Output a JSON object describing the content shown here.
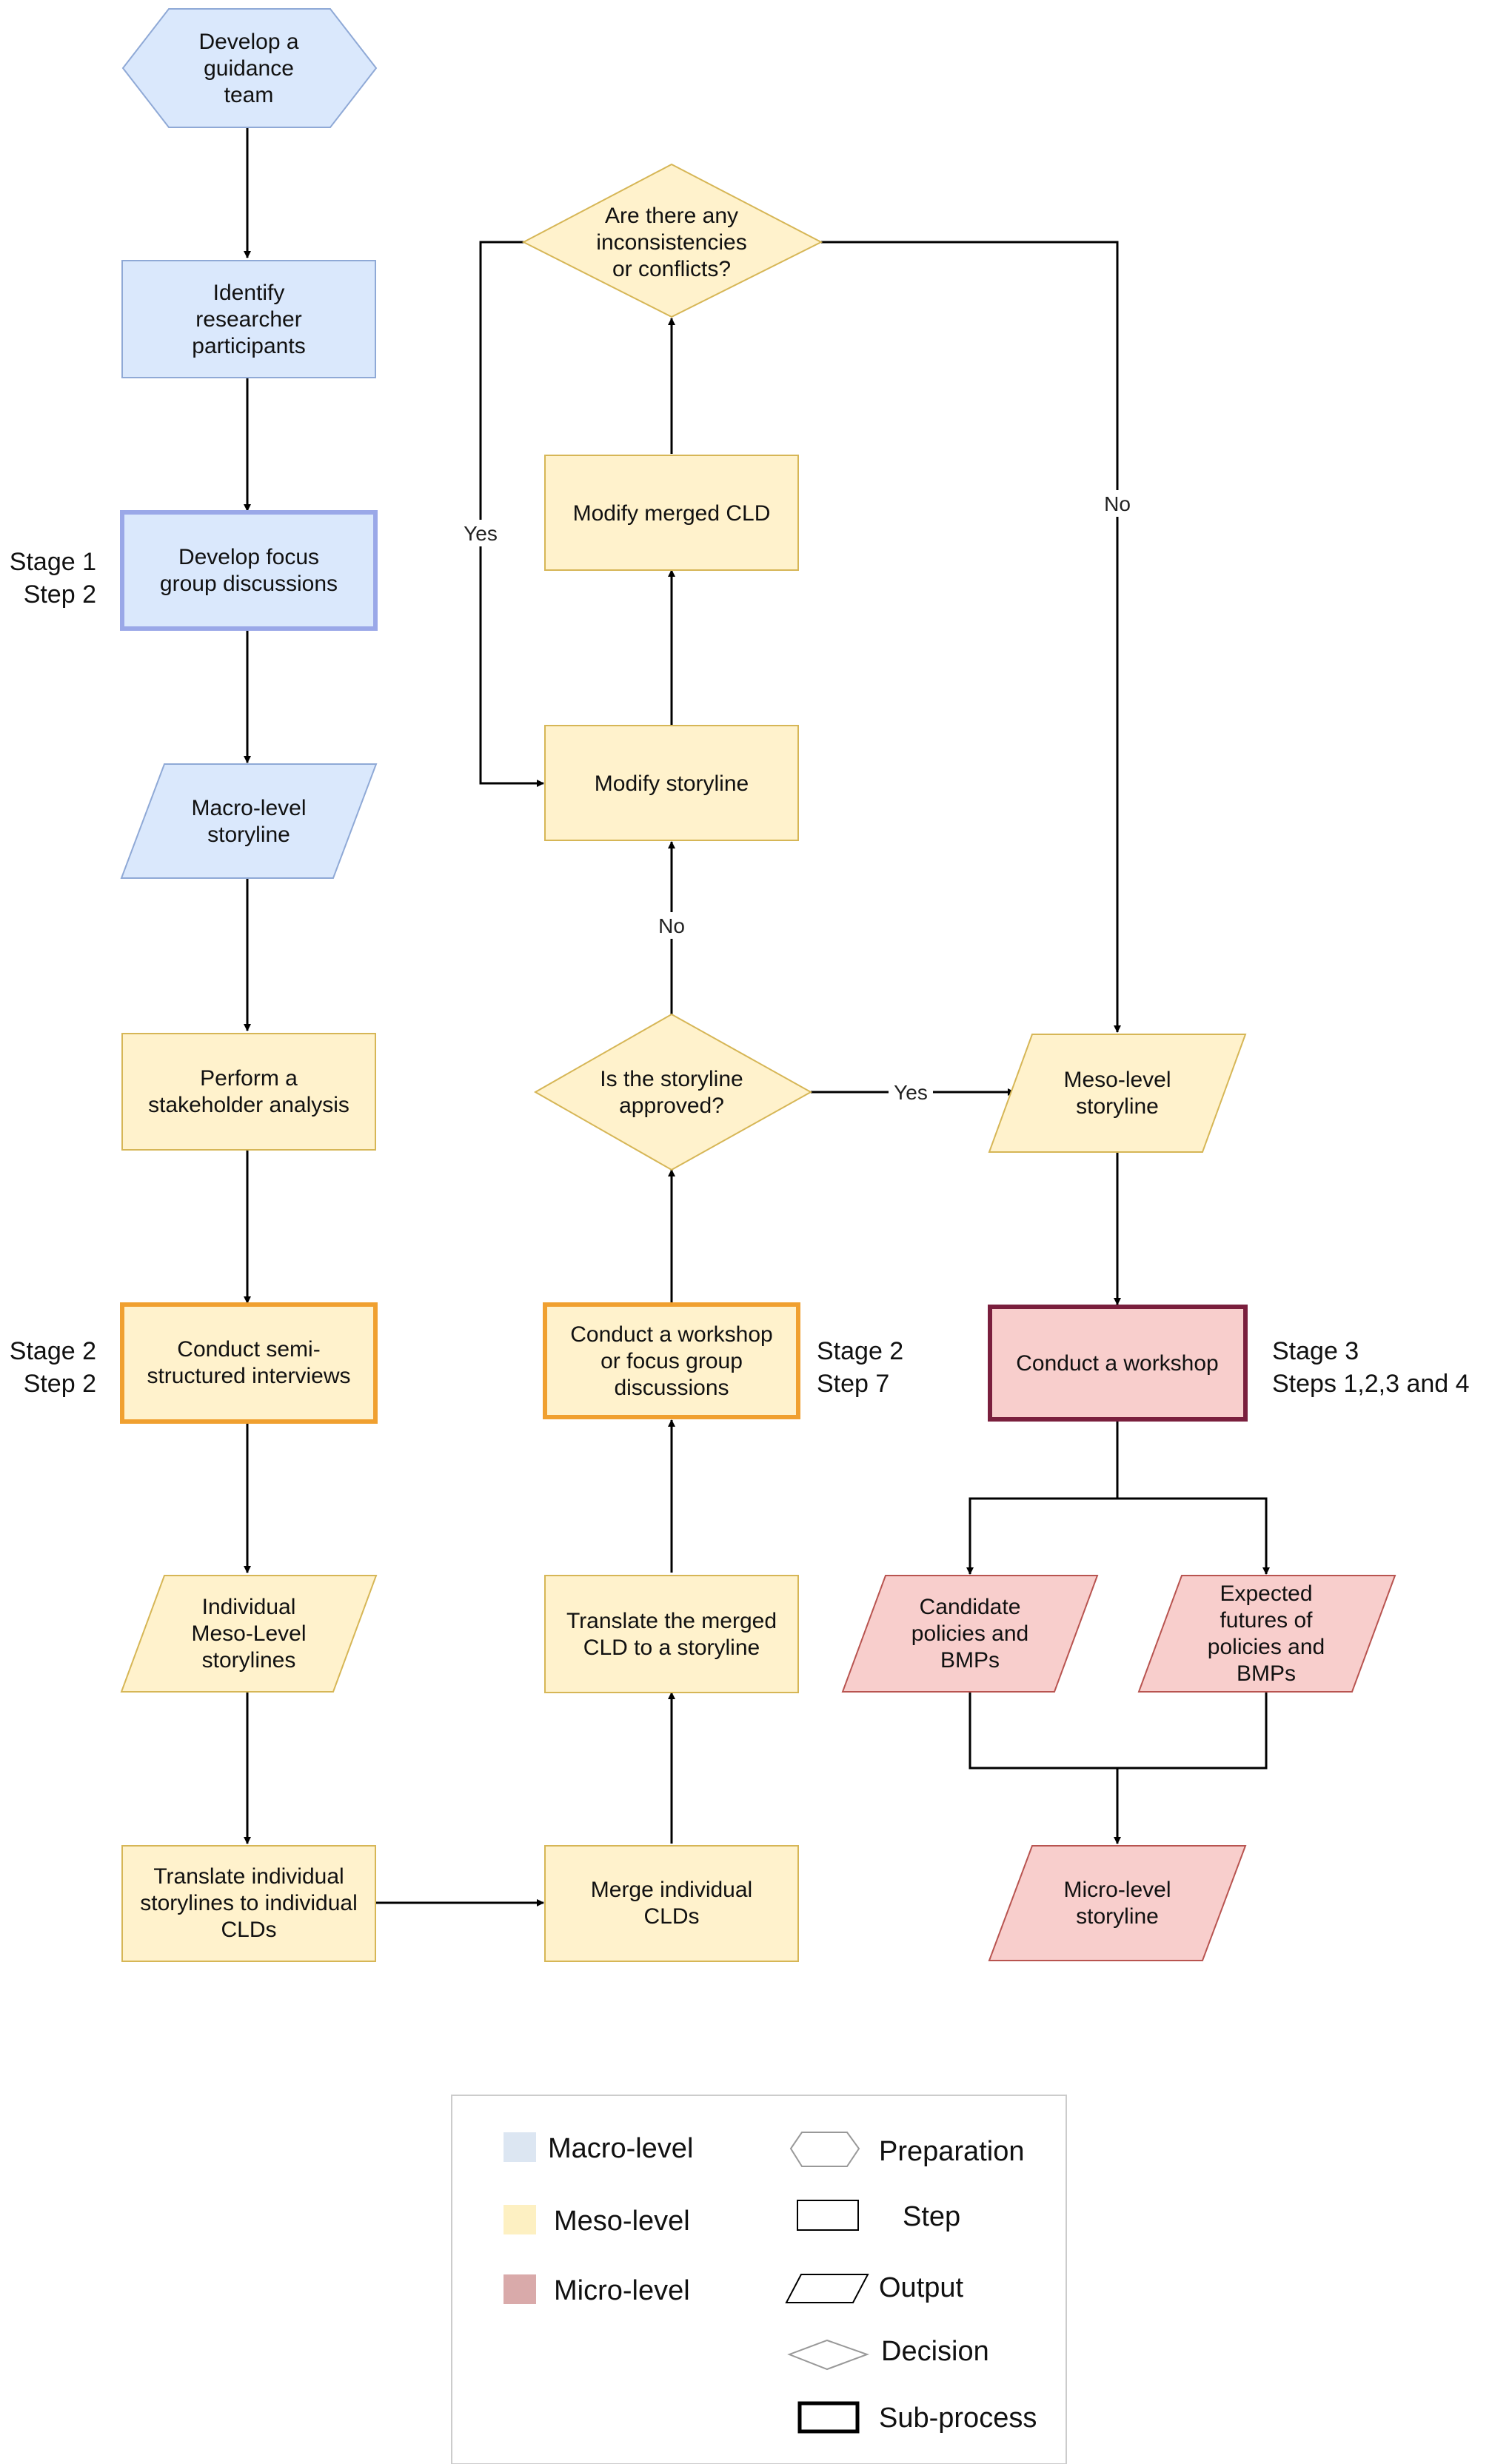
{
  "colors": {
    "macro_fill": "#dae8fc",
    "macro_stroke": "#8fa9d6",
    "macro_emph_stroke": "#9aa8e8",
    "meso_fill": "#fff2cc",
    "meso_stroke": "#d6b656",
    "meso_emph_stroke": "#f0a030",
    "micro_fill": "#f8cecc",
    "micro_stroke": "#b85450",
    "micro_emph_stroke": "#7a1f3d",
    "edge": "#000000",
    "legend_macro": "#dce6f2",
    "legend_meso": "#fdf0c2",
    "legend_micro": "#d9aaaa"
  },
  "nodes": {
    "develop_team": [
      "Develop a",
      "guidance",
      "team"
    ],
    "identify_participants": [
      "Identify",
      "researcher",
      "participants"
    ],
    "develop_focus": [
      "Develop focus",
      "group discussions"
    ],
    "macro_storyline": [
      "Macro-level",
      "storyline"
    ],
    "stakeholder_analysis": [
      "Perform a",
      "stakeholder analysis"
    ],
    "semi_structured": [
      "Conduct semi-",
      "structured interviews"
    ],
    "individual_meso": [
      "Individual",
      "Meso-Level",
      "storylines"
    ],
    "translate_individual": [
      "Translate individual",
      "storylines to individual",
      "CLDs"
    ],
    "merge_clds": [
      "Merge individual",
      "CLDs"
    ],
    "translate_merged": [
      "Translate the merged",
      "CLD to a storyline"
    ],
    "conduct_workshop_focus": [
      "Conduct  a workshop",
      "or focus group",
      "discussions"
    ],
    "storyline_approved": [
      "Is the storyline",
      "approved?"
    ],
    "modify_storyline": [
      "Modify storyline"
    ],
    "modify_merged": [
      "Modify merged CLD"
    ],
    "inconsistencies": [
      "Are there any",
      "inconsistencies",
      "or conflicts?"
    ],
    "meso_storyline": [
      "Meso-level",
      "storyline"
    ],
    "conduct_workshop": [
      "Conduct a workshop"
    ],
    "candidate_policies": [
      "Candidate",
      "policies and",
      "BMPs"
    ],
    "expected_futures": [
      "Expected",
      "futures of",
      "policies and",
      "BMPs"
    ],
    "micro_storyline": [
      "Micro-level",
      "storyline"
    ]
  },
  "stage_labels": {
    "stage1": [
      "Stage 1",
      "Step 2"
    ],
    "stage2_step2": [
      "Stage 2",
      "Step 2"
    ],
    "stage2_step7": [
      "Stage 2",
      "Step 7"
    ],
    "stage3": [
      "Stage 3",
      "Steps 1,2,3 and 4"
    ]
  },
  "edge_labels": {
    "yes_left": "Yes",
    "no_right": "No",
    "no_up": "No",
    "yes_right": "Yes"
  },
  "legend": {
    "macro": "Macro-level",
    "meso": "Meso-level",
    "micro": "Micro-level",
    "preparation": "Preparation",
    "step": "Step",
    "output": "Output",
    "decision": "Decision",
    "subprocess": "Sub-process"
  }
}
